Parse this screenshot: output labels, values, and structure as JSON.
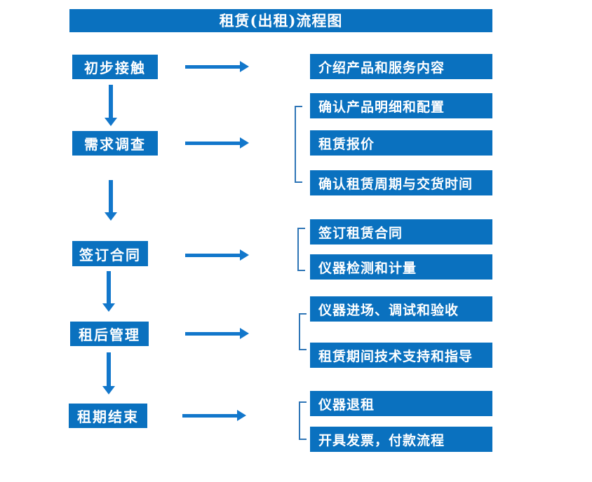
{
  "title": "租赁(出租)流程图",
  "colors": {
    "primary": "#0a71bf",
    "arrow": "#1277cb",
    "bracket": "#2e75b6"
  },
  "stages": [
    {
      "label": "初步接触",
      "details": [
        "介绍产品和服务内容"
      ]
    },
    {
      "label": "需求调查",
      "details": [
        "确认产品明细和配置",
        "租赁报价",
        "确认租赁周期与交货时间"
      ]
    },
    {
      "label": "签订合同",
      "details": [
        "签订租赁合同",
        "仪器检测和计量"
      ]
    },
    {
      "label": "租后管理",
      "details": [
        "仪器进场、调试和验收",
        "租赁期间技术支持和指导"
      ]
    },
    {
      "label": "租期结束",
      "details": [
        "仪器退租",
        "开具发票，付款流程"
      ]
    }
  ]
}
